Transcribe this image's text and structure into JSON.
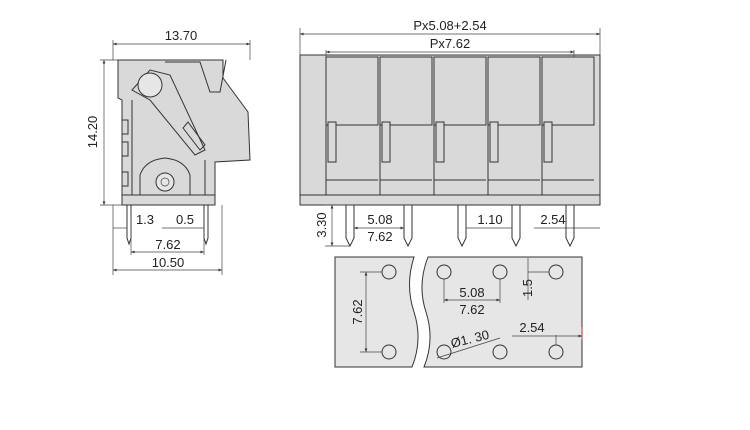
{
  "side_view": {
    "width_top": "13.70",
    "height": "14.20",
    "pin_offset": "1.3",
    "pin_width": "0.5",
    "pin_pitch": "7.62",
    "width_bottom": "10.50"
  },
  "front_view": {
    "overall_a": "Px5.08+2.54",
    "overall_b": "Px7.62",
    "pin_length": "3.30",
    "pitch_a": "5.08",
    "pitch_b": "7.62",
    "pin_thickness": "1.10",
    "edge_offset": "2.54"
  },
  "pcb_layout": {
    "row_spacing": "7.62",
    "pitch_a": "5.08",
    "pitch_b": "7.62",
    "hole_diameter": "Ø1. 30",
    "vertical_offset": "1.5",
    "edge_offset": "2.54"
  }
}
